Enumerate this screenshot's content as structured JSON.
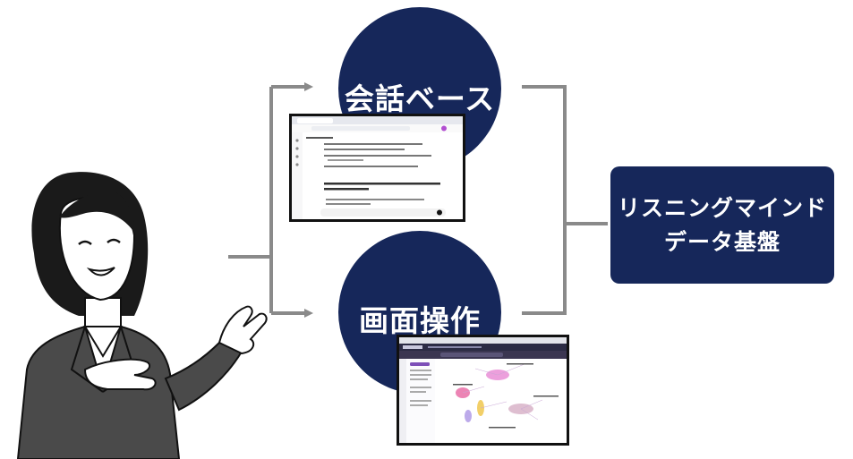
{
  "input_top_label": "会話ベース",
  "input_bottom_label": "画面操作",
  "result_line1": "リスニングマインド",
  "result_line2": "データ基盤",
  "colors": {
    "navy": "#16275a",
    "connector": "#8a8a8a",
    "white": "#ffffff"
  },
  "icons": {
    "presenter": "woman-presenter-illustration",
    "chat_screenshot": "chatgpt-conversation-screenshot",
    "map_screenshot": "cluster-map-screenshot"
  }
}
